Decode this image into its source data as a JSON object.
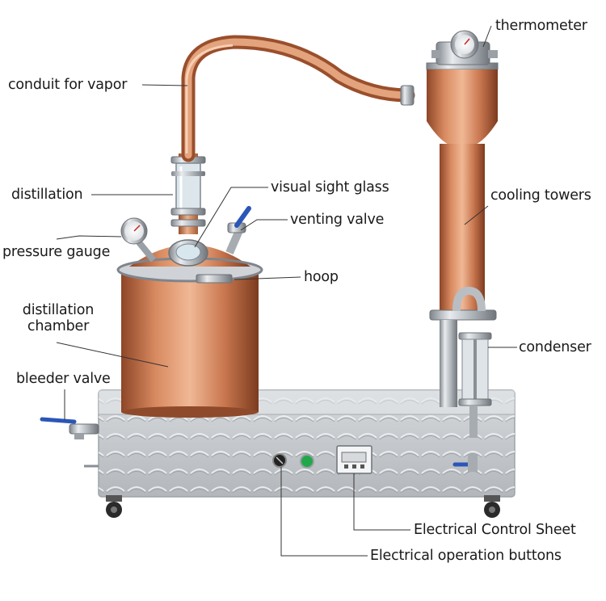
{
  "labels": {
    "thermometer": "thermometer",
    "conduit": "conduit for vapor",
    "distillation": "distillation",
    "sight_glass": "visual sight glass",
    "venting_valve": "venting valve",
    "cooling_towers": "cooling towers",
    "pressure_gauge": "pressure gauge",
    "hoop": "hoop",
    "chamber_line1": "distillation",
    "chamber_line2": "chamber",
    "bleeder_valve": "bleeder valve",
    "condenser": "condenser",
    "control_sheet": "Electrical Control Sheet",
    "operation_buttons": "Electrical operation buttons"
  },
  "colors": {
    "copper": "#c9774f",
    "copper_dark": "#9c5231",
    "copper_light": "#e9a982",
    "steel": "#c9ccd0",
    "steel_dark": "#8a8f95",
    "leader_line": "#333333",
    "button_green": "#22a84a",
    "handle_blue": "#2b56b8"
  }
}
